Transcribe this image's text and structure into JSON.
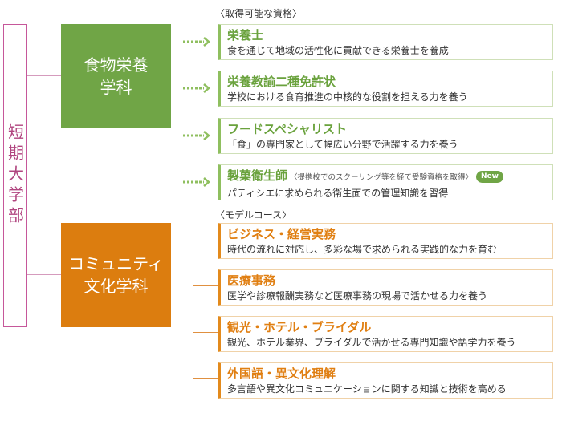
{
  "root": {
    "label": "短期大学部"
  },
  "departments": [
    {
      "label_line1": "食物栄養",
      "label_line2": "学科"
    },
    {
      "label_line1": "コミュニティ",
      "label_line2": "文化学科"
    }
  ],
  "food": {
    "heading": "〈取得可能な資格〉",
    "items": [
      {
        "title": "栄養士",
        "desc": "食を通じて地域の活性化に貢献できる栄養士を養成"
      },
      {
        "title": "栄養教諭二種免許状",
        "desc": "学校における食育推進の中核的な役割を担える力を養う"
      },
      {
        "title": "フードスペシャリスト",
        "desc": "「食」の専門家として幅広い分野で活躍する力を養う"
      },
      {
        "title": "製菓衛生師",
        "note": "〈提携校でのスクーリング等を経て受験資格を取得〉",
        "badge": "New",
        "desc": "パティシエに求められる衛生面での管理知識を習得"
      }
    ]
  },
  "community": {
    "heading": "〈モデルコース〉",
    "items": [
      {
        "title": "ビジネス・経営実務",
        "desc": "時代の流れに対応し、多彩な場で求められる実践的な力を育む"
      },
      {
        "title": "医療事務",
        "desc": "医学や診療報酬実務など医療事務の現場で活かせる力を養う"
      },
      {
        "title": "観光・ホテル・ブライダル",
        "desc": "観光、ホテル業界、ブライダルで活かせる専門知識や語学力を養う"
      },
      {
        "title": "外国語・異文化理解",
        "desc": "多言語や異文化コミュニケーションに関する知識と技術を高める"
      }
    ]
  },
  "colors": {
    "green": "#70a546",
    "orange": "#dc7d0f",
    "pink": "#c6579a"
  }
}
